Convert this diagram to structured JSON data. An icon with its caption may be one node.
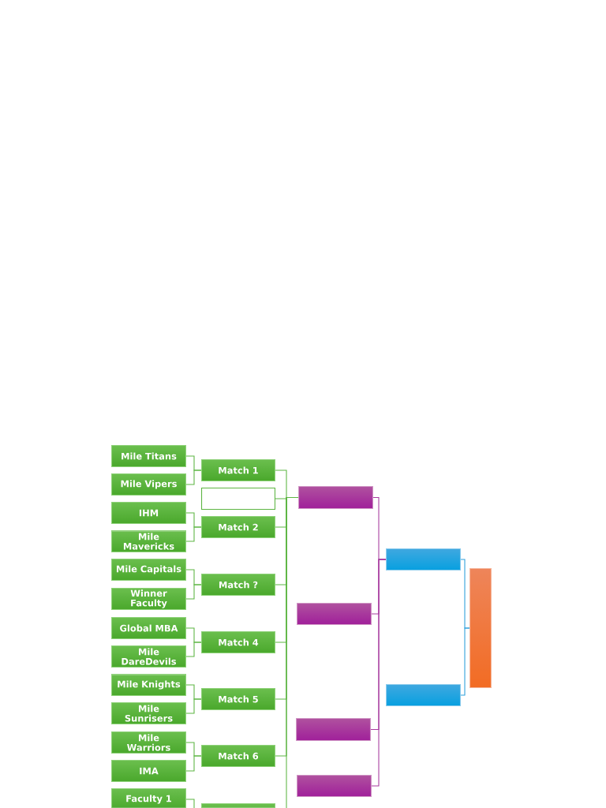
{
  "diagram": {
    "nodes": [
      {
        "text": [
          "Mile Titans"
        ]
      },
      {
        "text": [
          "Mile Vipers"
        ]
      },
      {
        "text": [
          "IHM"
        ]
      },
      {
        "text": [
          "Mile Mavericks"
        ]
      },
      {
        "text": [
          "Mile Capitals"
        ]
      },
      {
        "text": [
          "Winner Faculty"
        ]
      },
      {
        "text": [
          "Global MBA"
        ]
      },
      {
        "text": [
          "Mile DareDevils"
        ]
      },
      {
        "text": [
          "Mile Knights"
        ]
      },
      {
        "text": [
          "Mile Sunrisers"
        ]
      },
      {
        "text": [
          "Mile Warriors"
        ]
      },
      {
        "text": [
          "IMA"
        ]
      },
      {
        "text": [
          "Faculty 1"
        ]
      },
      {
        "text": [
          "Match 1"
        ]
      },
      {
        "text": [],
        "shape": "box"
      },
      {
        "text": [
          "Match 2"
        ]
      },
      {
        "text": [
          "Match ?"
        ]
      },
      {
        "text": [
          "Match 4"
        ]
      },
      {
        "text": [
          "Match 5"
        ]
      },
      {
        "text": [
          "Match 6"
        ]
      },
      {
        "text": [],
        "shape": "box"
      },
      {
        "text": [],
        "shape": "box"
      },
      {
        "text": [],
        "shape": "box"
      },
      {
        "text": [],
        "shape": "box"
      },
      {
        "text": [],
        "shape": "box"
      },
      {
        "text": [],
        "shape": "box"
      },
      {
        "text": [],
        "shape": "box"
      },
      {
        "text": [],
        "shape": "box"
      }
    ],
    "edges": [
      {
        "from": 0,
        "to": 13,
        "arrow": "none"
      },
      {
        "from": 1,
        "to": 13,
        "arrow": "none"
      },
      {
        "from": 2,
        "to": 15,
        "arrow": "none"
      },
      {
        "from": 3,
        "to": 15,
        "arrow": "none"
      },
      {
        "from": 4,
        "to": 16,
        "arrow": "none"
      },
      {
        "from": 5,
        "to": 16,
        "arrow": "none"
      },
      {
        "from": 6,
        "to": 17,
        "arrow": "none"
      },
      {
        "from": 7,
        "to": 17,
        "arrow": "none"
      },
      {
        "from": 8,
        "to": 18,
        "arrow": "none"
      },
      {
        "from": 9,
        "to": 18,
        "arrow": "none"
      },
      {
        "from": 10,
        "to": 19,
        "arrow": "none"
      },
      {
        "from": 11,
        "to": 19,
        "arrow": "none"
      },
      {
        "from": 12,
        "to": 20,
        "arrow": "none"
      },
      {
        "from": 13,
        "to": 21,
        "arrow": "none"
      },
      {
        "from": 14,
        "to": 21,
        "arrow": "none"
      },
      {
        "from": 15,
        "to": 21,
        "arrow": "none"
      },
      {
        "from": 16,
        "to": 21,
        "arrow": "none"
      },
      {
        "from": 17,
        "to": 21,
        "arrow": "none"
      },
      {
        "from": 18,
        "to": 21,
        "arrow": "none"
      },
      {
        "from": 19,
        "to": 21,
        "arrow": "none"
      },
      {
        "from": 20,
        "to": 21,
        "arrow": "none"
      },
      {
        "from": 21,
        "to": 25,
        "arrow": "none",
        "color": "#a83c9f"
      },
      {
        "from": 22,
        "to": 25,
        "arrow": "none",
        "color": "#a83c9f"
      },
      {
        "from": 23,
        "to": 25,
        "arrow": "none",
        "color": "#a83c9f"
      },
      {
        "from": 24,
        "to": 25,
        "arrow": "none",
        "color": "#a83c9f"
      },
      {
        "from": 25,
        "to": 27,
        "arrow": "none",
        "color": "#2ea0dc"
      },
      {
        "from": 26,
        "to": 27,
        "arrow": "none",
        "color": "#2ea0dc"
      }
    ]
  }
}
